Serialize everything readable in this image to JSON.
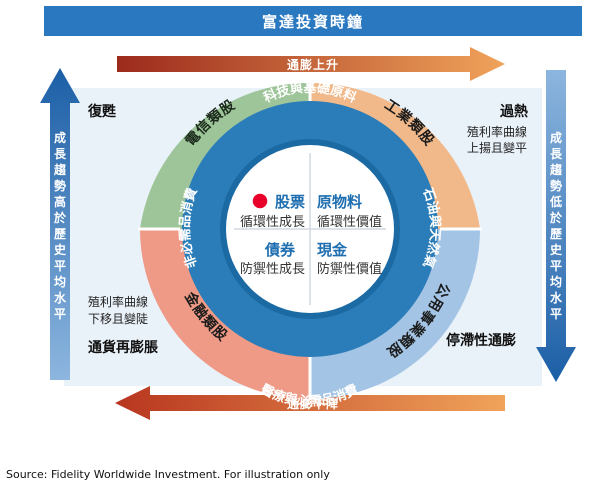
{
  "title": "富達投資時鐘",
  "arrows": {
    "top": "通膨上升",
    "bottom": "通膨下降",
    "left": "成長趨勢高於歷史平均水平",
    "right": "成長趨勢低於歷史平均水平"
  },
  "phases": {
    "top_left": {
      "name": "復甦"
    },
    "top_right": {
      "name": "過熱",
      "note": [
        "殖利率曲線",
        "上揚且變平"
      ]
    },
    "bottom_left": {
      "name": "通貨再膨脹",
      "note": [
        "殖利率曲線",
        "下移且變陡"
      ]
    },
    "bottom_right": {
      "name": "停滯性通膨"
    }
  },
  "outer_ring": {
    "top_left": "電信類股",
    "top_right": "工業類股",
    "bottom_left": "金融類股",
    "bottom_right": "公用事業類股"
  },
  "blue_ring": {
    "top": "科技與基礎原料",
    "right": "石油與天然氣",
    "bottom": "醫療與必需品消費",
    "left": "非必需品消費"
  },
  "quadrants": {
    "top_left": {
      "title": "股票",
      "subtitle": "循環性成長"
    },
    "top_right": {
      "title": "原物料",
      "subtitle": "循環性價值"
    },
    "bottom_left": {
      "title": "債券",
      "subtitle": "防禦性成長"
    },
    "bottom_right": {
      "title": "現金",
      "subtitle": "防禦性價值"
    }
  },
  "source": "Source: Fidelity   Worldwide Investment. For illustration only",
  "colors": {
    "header_blue": "#2a78c0",
    "arrow_red": "#c8412c",
    "arrow_blue": "#1f5fa8",
    "ring_green": "#9ec59a",
    "ring_orange": "#f1b98a",
    "ring_salmon": "#ef9a86",
    "ring_lightblue": "#a3c4e4",
    "ring_blue": "#2a7db8",
    "marker_red": "#e8002a"
  }
}
